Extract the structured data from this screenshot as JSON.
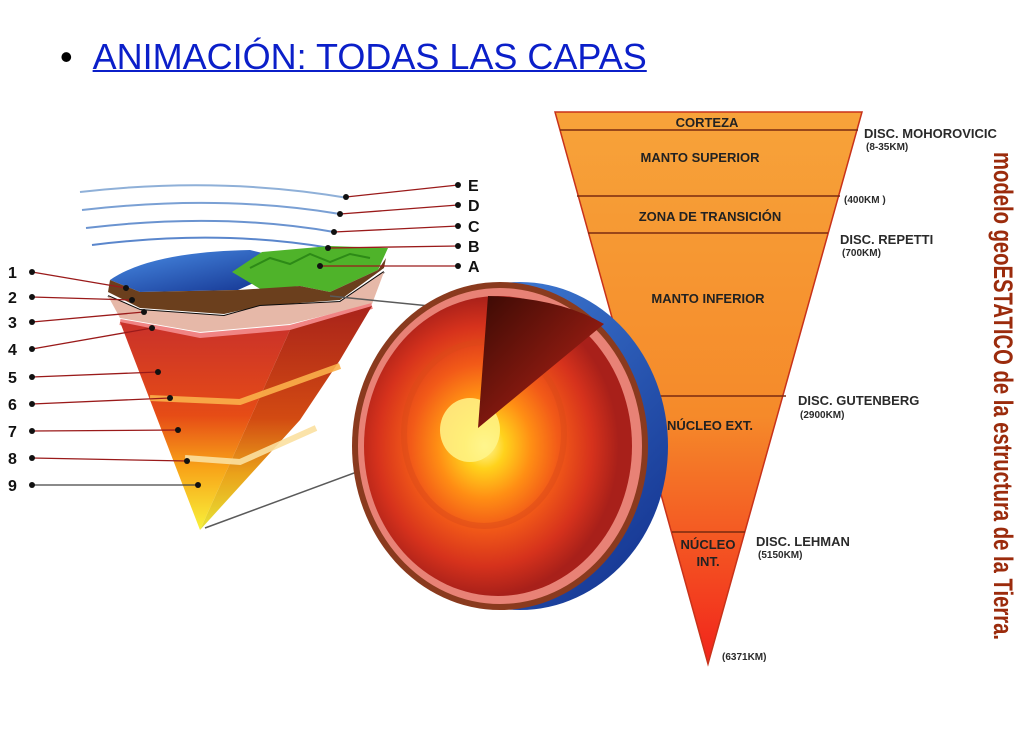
{
  "slide": {
    "bullet": "•",
    "title": "ANIMACIÓN: TODAS LAS CAPAS"
  },
  "cutaway": {
    "numbers": [
      "1",
      "2",
      "3",
      "4",
      "5",
      "6",
      "7",
      "8",
      "9"
    ],
    "letters": [
      "E",
      "D",
      "C",
      "B",
      "A"
    ]
  },
  "cone": {
    "layers": {
      "corteza": "CORTEZA",
      "manto_superior": "MANTO SUPERIOR",
      "zona_transicion": "ZONA DE TRANSICIÓN",
      "manto_inferior": "MANTO INFERIOR",
      "nucleo_ext": "NÚCLEO EXT.",
      "nucleo_int_1": "NÚCLEO",
      "nucleo_int_2": "INT."
    },
    "boundaries": {
      "mohorovicic": "DISC. MOHOROVICIC",
      "mohorovicic_depth": "(8-35KM)",
      "transition_depth": "(400KM )",
      "repetti": "DISC. REPETTI",
      "repetti_depth": "(700KM)",
      "gutenberg": "DISC. GUTENBERG",
      "gutenberg_depth": "(2900KM)",
      "lehman": "DISC. LEHMAN",
      "lehman_depth": "(5150KM)",
      "center_depth": "(6371KM)"
    }
  },
  "vertical_title": "modelo geoESTATICO de la estructura de la Tierra.",
  "colors": {
    "title_link": "#0b1fc9",
    "cone_top": "#f7a33a",
    "cone_bottom": "#f2241b",
    "ocean": "#1c58c2",
    "vertical_text": "#9b2b0c"
  }
}
